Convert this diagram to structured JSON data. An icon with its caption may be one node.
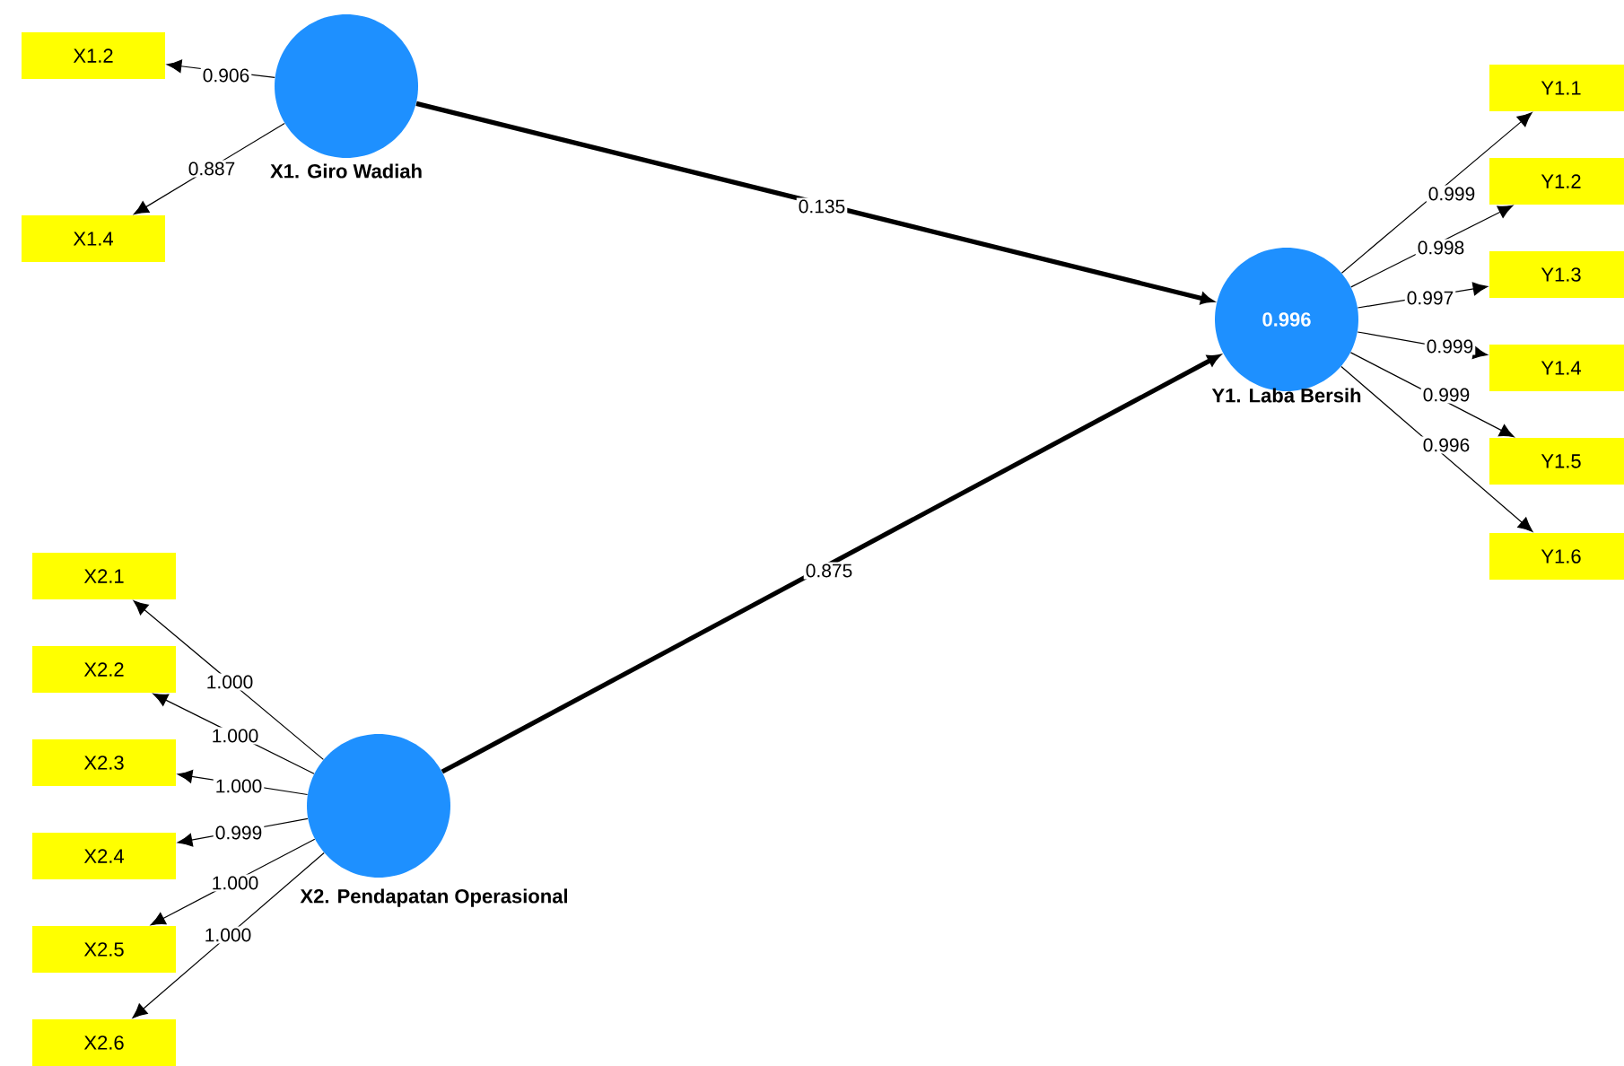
{
  "diagram": {
    "nodes": [
      {
        "text": [
          "X1. Giro Wadiah"
        ]
      },
      {
        "text": [
          "X1.2"
        ]
      },
      {
        "text": [
          "X1.4"
        ]
      },
      {
        "text": [
          "X2. Pendapatan Operasional"
        ]
      },
      {
        "text": [
          "X2.1"
        ]
      },
      {
        "text": [
          "X2.2"
        ]
      },
      {
        "text": [
          "X2.3"
        ]
      },
      {
        "text": [
          "X2.4"
        ]
      },
      {
        "text": [
          "X2.5"
        ]
      },
      {
        "text": [
          "X2.6"
        ]
      },
      {
        "text": [
          "0.996",
          "Y1. Laba Bersih"
        ]
      },
      {
        "text": [
          "Y1.1"
        ]
      },
      {
        "text": [
          "Y1.2"
        ]
      },
      {
        "text": [
          "Y1.3"
        ]
      },
      {
        "text": [
          "Y1.4"
        ]
      },
      {
        "text": [
          "Y1.5"
        ]
      },
      {
        "text": [
          "Y1.6"
        ]
      }
    ],
    "edges": [
      {
        "from": 0,
        "to": 1,
        "arrow": "to",
        "label": "0.906"
      },
      {
        "from": 0,
        "to": 2,
        "arrow": "to",
        "label": "0.887"
      },
      {
        "from": 0,
        "to": 10,
        "arrow": "to",
        "label": "0.135",
        "style": "thick"
      },
      {
        "from": 3,
        "to": 10,
        "arrow": "to",
        "label": "0.875",
        "style": "thick"
      },
      {
        "from": 3,
        "to": 4,
        "arrow": "to",
        "label": "1.000"
      },
      {
        "from": 3,
        "to": 5,
        "arrow": "to",
        "label": "1.000"
      },
      {
        "from": 3,
        "to": 6,
        "arrow": "to",
        "label": "1.000"
      },
      {
        "from": 3,
        "to": 7,
        "arrow": "to",
        "label": "0.999"
      },
      {
        "from": 3,
        "to": 8,
        "arrow": "to",
        "label": "1.000"
      },
      {
        "from": 3,
        "to": 9,
        "arrow": "to",
        "label": "1.000"
      },
      {
        "from": 10,
        "to": 11,
        "arrow": "to",
        "label": "0.999"
      },
      {
        "from": 10,
        "to": 12,
        "arrow": "to",
        "label": "0.998"
      },
      {
        "from": 10,
        "to": 13,
        "arrow": "to",
        "label": "0.997"
      },
      {
        "from": 10,
        "to": 14,
        "arrow": "to",
        "label": "0.999"
      },
      {
        "from": 10,
        "to": 15,
        "arrow": "to",
        "label": "0.999"
      },
      {
        "from": 10,
        "to": 16,
        "arrow": "to",
        "label": "0.996"
      }
    ]
  }
}
